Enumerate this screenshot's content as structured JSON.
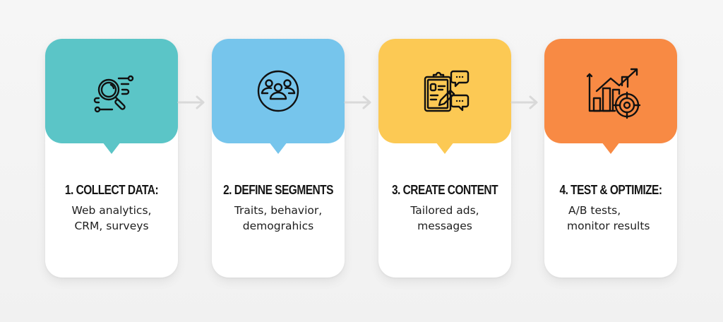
{
  "diagram": {
    "type": "process-flow",
    "steps": [
      {
        "number": "1",
        "title": "1. COLLECT DATA:",
        "desc_lines": [
          "Web analytics,",
          "CRM, surveys"
        ],
        "icon": "magnifier-data-icon",
        "color": "#5bc5c7"
      },
      {
        "number": "2",
        "title": "2. DEFINE SEGMENTS",
        "desc_lines": [
          "Traits, behavior,",
          "demograhics"
        ],
        "icon": "user-group-icon",
        "color": "#76c5ec"
      },
      {
        "number": "3",
        "title": "3. CREATE CONTENT",
        "desc_lines": [
          "Tailored ads,",
          "messages"
        ],
        "icon": "clipboard-chat-icon",
        "color": "#fcc954"
      },
      {
        "number": "4",
        "title": "4. TEST & OPTIMIZE:",
        "desc_lines": [
          "A/B tests,",
          "monitor results"
        ],
        "icon": "chart-target-icon",
        "color": "#f88a44"
      }
    ],
    "connectors": [
      {
        "from": "1",
        "to": "2",
        "icon": "arrow-right-icon",
        "color": "#d9d9d9"
      },
      {
        "from": "2",
        "to": "3",
        "icon": "arrow-right-icon",
        "color": "#d9d9d9"
      },
      {
        "from": "3",
        "to": "4",
        "icon": "arrow-right-icon",
        "color": "#d9d9d9"
      }
    ]
  }
}
